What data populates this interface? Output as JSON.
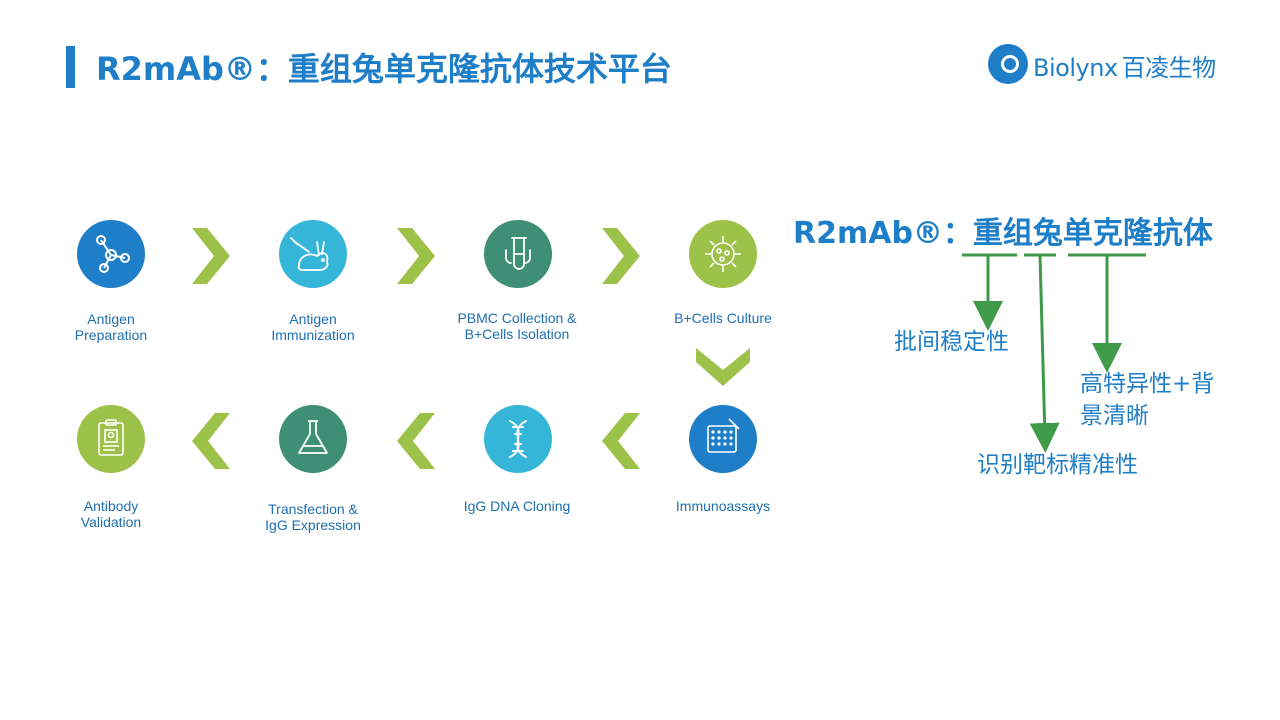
{
  "header": {
    "title": "R2mAb®：重组兔单克隆抗体技术平台",
    "logo": {
      "brand": "Biolynx",
      "chinese_name": "百凌生物"
    }
  },
  "colors": {
    "accent_blue": "#1f7ec8",
    "arrow_green": "#9dc24a",
    "connector_green": "#3f9a4a"
  },
  "workflow": {
    "steps": [
      {
        "label": "Antigen\nPreparation",
        "icon": "molecule-icon",
        "color": "#1f7ec8"
      },
      {
        "label": "Antigen\nImmunization",
        "icon": "rabbit-icon",
        "color": "#35b6d8"
      },
      {
        "label": "PBMC Collection &\nB+Cells Isolation",
        "icon": "test-tube-magnet-icon",
        "color": "#3e8f75"
      },
      {
        "label": "B+Cells Culture",
        "icon": "cell-icon",
        "color": "#9dc24a"
      },
      {
        "label": "Immunoassays",
        "icon": "plate-icon",
        "color": "#1f7ec8"
      },
      {
        "label": "IgG DNA Cloning",
        "icon": "dna-icon",
        "color": "#35b6d8"
      },
      {
        "label": "Transfection &\nIgG Expression",
        "icon": "flask-icon",
        "color": "#3e8f75"
      },
      {
        "label": "Antibody\nValidation",
        "icon": "clipboard-icon",
        "color": "#9dc24a"
      }
    ]
  },
  "r2mab": {
    "heading": "R2mAb®：重组兔单克隆抗体",
    "annotations": [
      {
        "text": "批间稳定性"
      },
      {
        "text": "识别靶标精准性"
      },
      {
        "text": "高特异性+背\n景清晰"
      }
    ]
  }
}
